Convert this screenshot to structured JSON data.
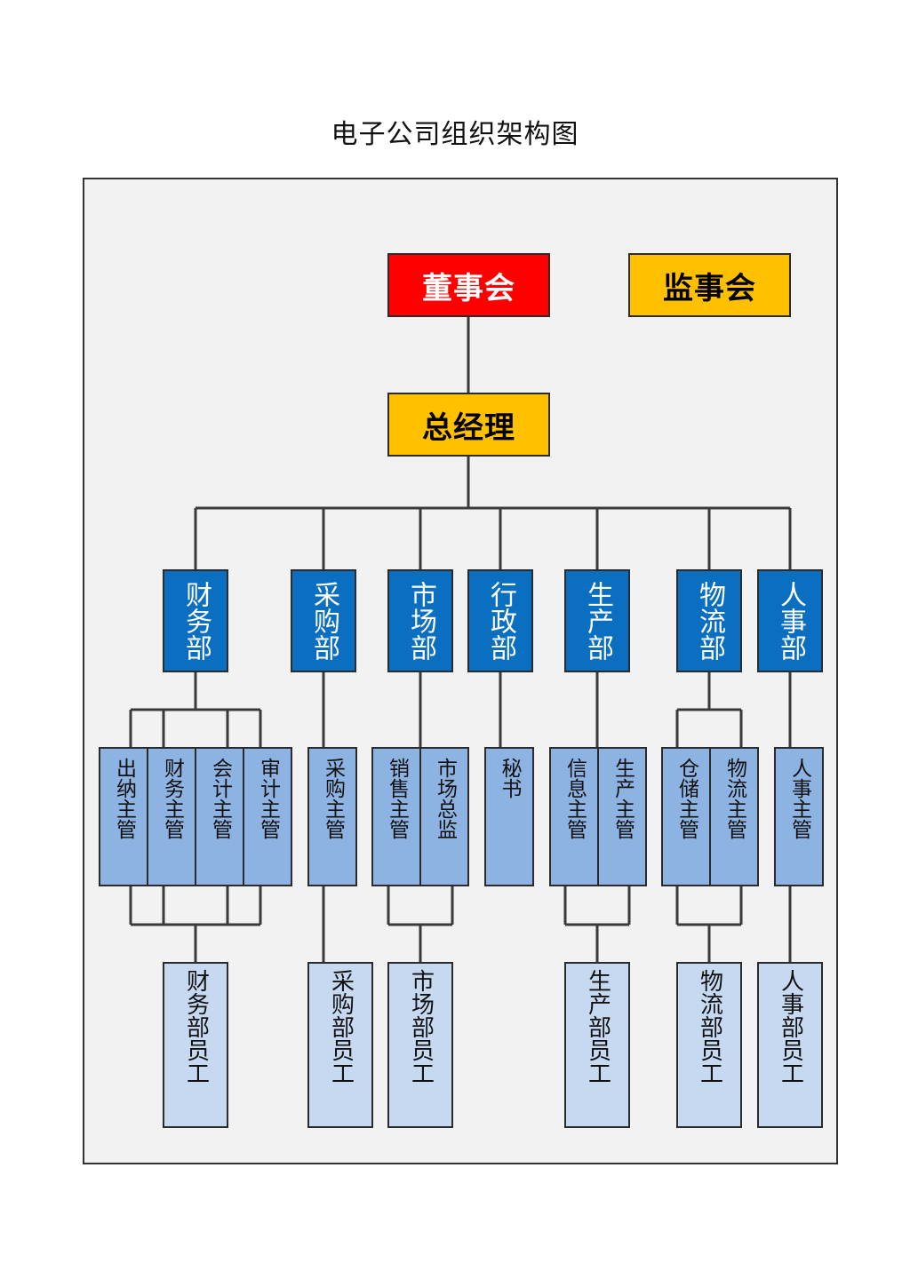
{
  "title": "电子公司组织架构图",
  "board": "董事会",
  "supervisors": "监事会",
  "gm": "总经理",
  "departments": [
    "财务部",
    "采购部",
    "市场部",
    "行政部",
    "生产部",
    "物流部",
    "人事部"
  ],
  "managers": [
    "出纳主管",
    "财务主管",
    "会计主管",
    "审计主管",
    "采购主管",
    "销售主管",
    "市场总监",
    "秘书",
    "信息主管",
    "生产主管",
    "仓储主管",
    "物流主管",
    "人事主管"
  ],
  "staff": [
    "财务部员工",
    "采购部员工",
    "市场部员工",
    "生产部员工",
    "物流部员工",
    "人事部员工"
  ],
  "colors": {
    "board": "#ff0000",
    "gm": "#ffc000",
    "dept": "#0b6fc1",
    "manager": "#8db3e2",
    "staff": "#c6d9f1"
  }
}
